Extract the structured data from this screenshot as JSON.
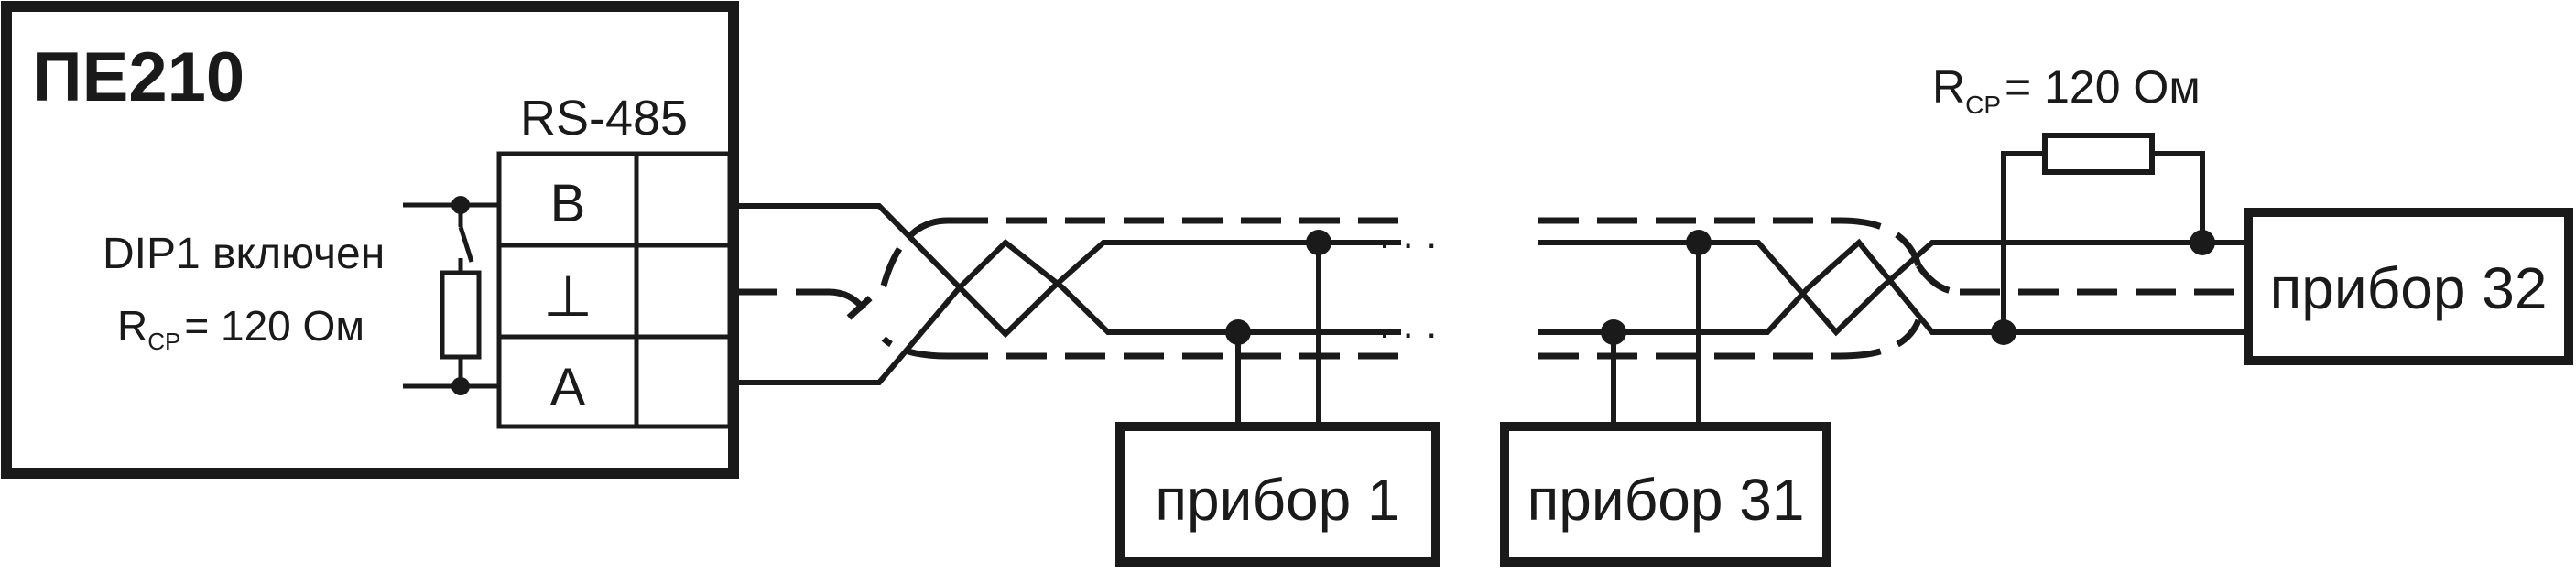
{
  "device_main": {
    "title": "ПЕ210",
    "interface": "RS-485"
  },
  "terminals": {
    "b": "B",
    "gnd": "⊥",
    "a": "A"
  },
  "dip": {
    "label": "DIP1 включен"
  },
  "resistor_left": {
    "r": "R",
    "sub": "СР",
    "value": "= 120 Ом"
  },
  "resistor_right": {
    "r": "R",
    "sub": "СР",
    "value": "= 120 Ом"
  },
  "devices": {
    "d1": "прибор 1",
    "d31": "прибор 31",
    "d32": "прибор 32"
  },
  "ellipsis": "· · ·"
}
